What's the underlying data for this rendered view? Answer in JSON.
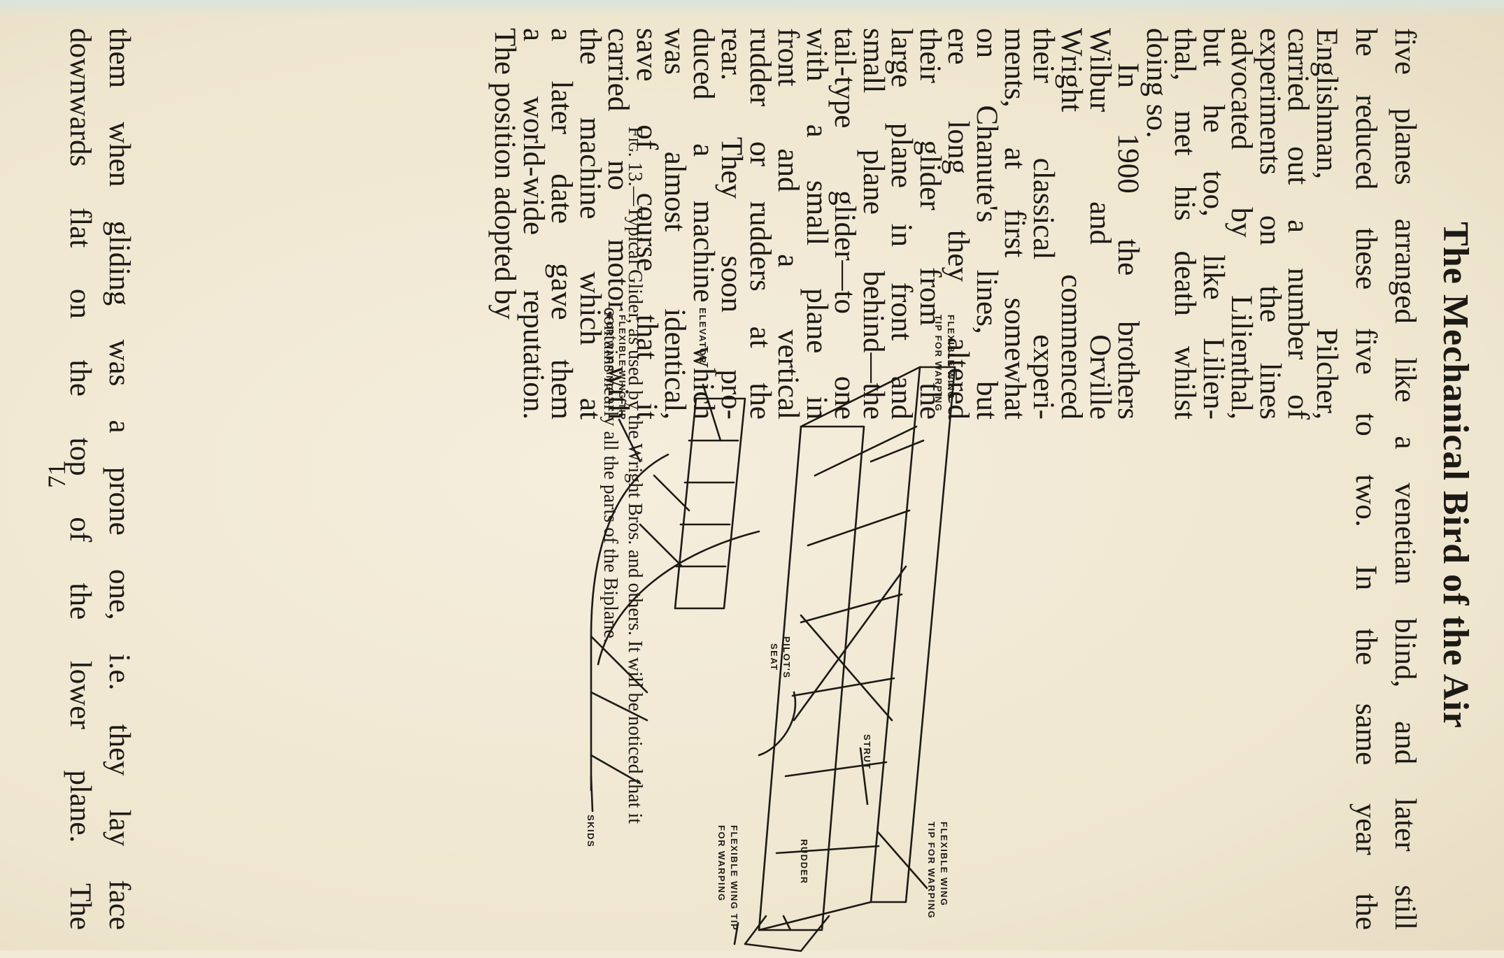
{
  "page": {
    "running_head": "The Mechanical Bird of the Air",
    "folio": "71"
  },
  "text": {
    "full_lines": [
      "five planes arranged like a venetian blind, and later still",
      "he reduced these five to two.  In the same year the"
    ],
    "left_column": [
      "Englishman,    Pilcher,",
      "carried out a number of",
      "experiments on the lines",
      "advocated by Lilienthal,",
      "but he too, like Lilien-",
      "thal, met his death whilst",
      "doing so.",
      "In 1900 the brothers",
      "Wilbur    and    Orville",
      "Wright    commenced",
      "their   classical   experi-",
      "ments, at first somewhat",
      "on Chanute's lines, but",
      "ere  long  they  altered",
      "their   glider   from   the",
      "large plane in front and",
      "small plane behind—the",
      "tail-type glider—to one",
      "with  a  small  plane  in",
      "front   and   a   vertical",
      "rudder or rudders at the",
      "rear.   They  soon  pro-",
      "duced a machine which",
      "was    almost    identical,",
      "save  of  course  that  it",
      "carried no motor, with",
      "the  machine  which  at",
      "a later date gave them",
      "a world-wide reputation.",
      "The position adopted by"
    ],
    "bottom_lines": [
      "them when gliding was a prone one, i.e. they lay face",
      "downwards flat on the top of the lower plane.  The"
    ]
  },
  "figure": {
    "labels": {
      "wing_tip_top_left_1": "FLEXIBLE    WING",
      "wing_tip_top_left_2": "TIP   FOR     WARPING",
      "wing_tip_right_1": "FLEXIBLE    WING",
      "wing_tip_right_2": "TIP   FOR  WARPING",
      "strut": "STRUT",
      "rudder": "RUDDER",
      "pilots_seat_1": "PILOT'S",
      "pilots_seat_2": "SEAT",
      "elevator": "ELEVATOR",
      "wing_tip_bottom_right_1": "FLEXIBLE    WING TIP",
      "wing_tip_bottom_right_2": "FOR  WARPING",
      "wing_tip_bottom_left_1": "FLEXIBLE    WING    TIP",
      "wing_tip_bottom_left_2": "FOR    WARPING",
      "skids": "SKIDS"
    },
    "caption_prefix": "Fig. 13.",
    "caption_line1": "—Typical Glider, as used by the Wright Bros. and others.   It will be noticed that it",
    "caption_line2": "contains nearly all the parts of the Biplane."
  }
}
